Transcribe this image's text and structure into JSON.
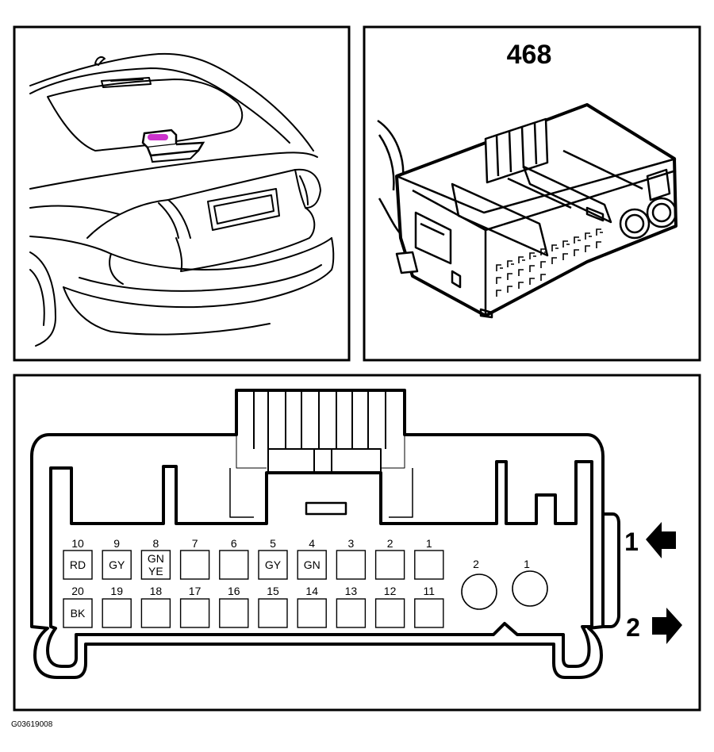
{
  "connector_id": "468",
  "figure_code": "G03619008",
  "arrows": {
    "in_label": "1",
    "out_label": "2"
  },
  "pins_top": [
    {
      "number": "10",
      "color": "RD"
    },
    {
      "number": "9",
      "color": "GY"
    },
    {
      "number": "8",
      "color": "GN",
      "color2": "YE"
    },
    {
      "number": "7",
      "color": ""
    },
    {
      "number": "6",
      "color": ""
    },
    {
      "number": "5",
      "color": "GY"
    },
    {
      "number": "4",
      "color": "GN"
    },
    {
      "number": "3",
      "color": ""
    },
    {
      "number": "2",
      "color": ""
    },
    {
      "number": "1",
      "color": ""
    }
  ],
  "pins_bottom": [
    {
      "number": "20",
      "color": "BK"
    },
    {
      "number": "19",
      "color": ""
    },
    {
      "number": "18",
      "color": ""
    },
    {
      "number": "17",
      "color": ""
    },
    {
      "number": "16",
      "color": ""
    },
    {
      "number": "15",
      "color": ""
    },
    {
      "number": "14",
      "color": ""
    },
    {
      "number": "13",
      "color": ""
    },
    {
      "number": "12",
      "color": ""
    },
    {
      "number": "11",
      "color": ""
    }
  ],
  "round_pins": [
    {
      "number": "2"
    },
    {
      "number": "1"
    }
  ],
  "highlight_color": "#cc33cc"
}
